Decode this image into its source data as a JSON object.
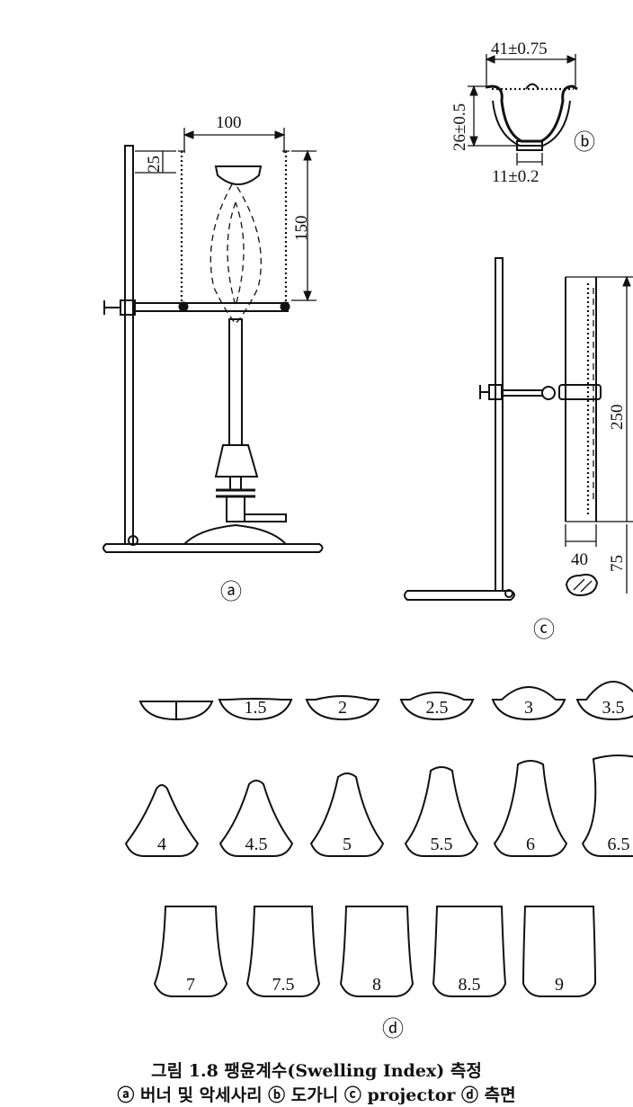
{
  "figure_a": {
    "dim_width": "100",
    "dim_top": "25",
    "dim_height": "150",
    "marker": "ⓐ"
  },
  "figure_b": {
    "dim_top": "41±0.75",
    "dim_height": "26±0.5",
    "dim_bottom": "11±0.2",
    "marker": "ⓑ"
  },
  "figure_c": {
    "dim_height": "250",
    "dim_width": "40",
    "dim_bottom": "75",
    "marker": "ⓒ"
  },
  "figure_d": {
    "marker": "ⓓ",
    "profiles": [
      "",
      "1.5",
      "2",
      "2.5",
      "3",
      "3.5",
      "4",
      "4.5",
      "5",
      "5.5",
      "6",
      "6.5",
      "7",
      "7.5",
      "8",
      "8.5",
      "9"
    ]
  },
  "caption": {
    "title": "그림 1.8  팽윤계수(Swelling Index) 측정",
    "subtitle": "ⓐ 버너 및 악세사리 ⓑ 도가니 ⓒ projector ⓓ 측면"
  }
}
